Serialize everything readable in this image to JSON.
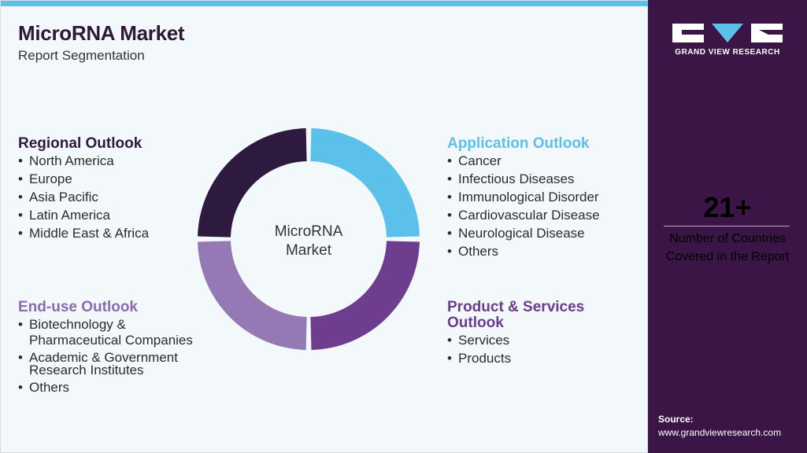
{
  "header": {
    "title": "MicroRNA Market",
    "subtitle": "Report Segmentation"
  },
  "center_label": [
    "MicroRNA",
    "Market"
  ],
  "segments": {
    "regional": {
      "heading": "Regional Outlook",
      "items": [
        "North America",
        "Europe",
        "Asia Pacific",
        "Latin America",
        "Middle East & Africa"
      ]
    },
    "application": {
      "heading": "Application Outlook",
      "items": [
        "Cancer",
        "Infectious Diseases",
        "Immunological Disorder",
        "Cardiovascular Disease",
        "Neurological Disease",
        "Others"
      ]
    },
    "end_use": {
      "heading": "End-use Outlook",
      "items": [
        [
          "Biotechnology &",
          "Pharmaceutical Companies"
        ],
        [
          "Academic & Government",
          "Research Institutes"
        ],
        [
          "Others"
        ]
      ]
    },
    "product": {
      "heading": [
        "Product & Services",
        "Outlook"
      ],
      "items": [
        "Services",
        "Products"
      ]
    }
  },
  "donut": {
    "segments": [
      {
        "key": "application",
        "color": "#5bc0ea"
      },
      {
        "key": "product",
        "color": "#6e3d8e"
      },
      {
        "key": "end_use",
        "color": "#9479b5"
      },
      {
        "key": "regional",
        "color": "#2f1a3f"
      }
    ]
  },
  "sidebar": {
    "brand": "GRAND VIEW RESEARCH",
    "stat_value": "21+",
    "stat_label_line1": "Number of Countries",
    "stat_label_line2": "Covered in the Report",
    "source_label": "Source:",
    "source_url": "www.grandviewresearch.com"
  },
  "colors": {
    "sidebar_bg": "#3a1545",
    "accent": "#5bc0ea"
  }
}
